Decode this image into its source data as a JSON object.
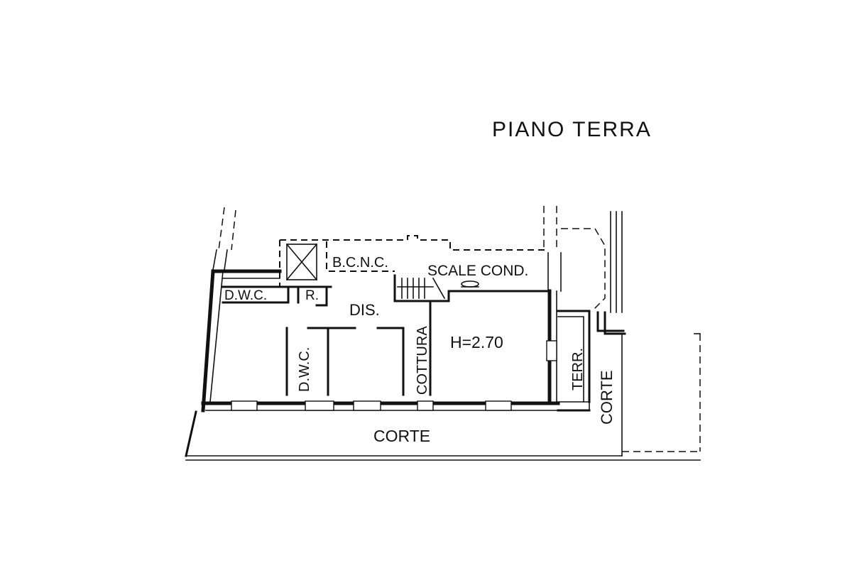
{
  "plan": {
    "title": "PIANO TERRA",
    "rooms": {
      "dwc_top": "D.W.C.",
      "r": "R.",
      "bcnc": "B.C.N.C.",
      "scale_cond": "SCALE COND.",
      "dis": "DIS.",
      "dwc_vertical": "D.W.C.",
      "cottura": "COTTURA",
      "height": "H=2.70",
      "terr": "TERR.",
      "corte_bottom": "CORTE",
      "corte_right": "CORTE"
    }
  }
}
